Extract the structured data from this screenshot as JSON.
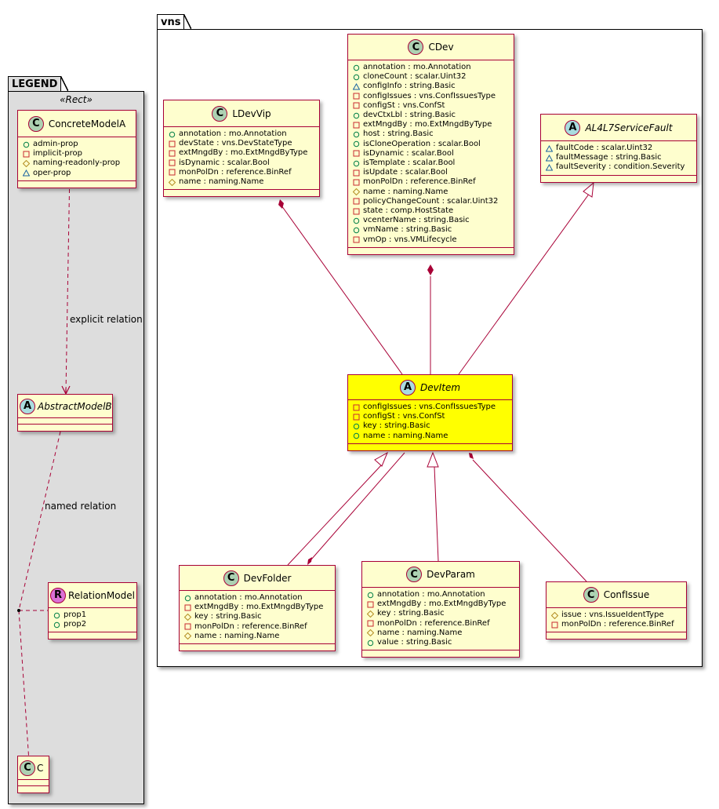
{
  "legend": {
    "title": "LEGEND",
    "stereotype": "«Rect»",
    "classes": {
      "concrete": {
        "kind": "C",
        "name": "ConcreteModelA",
        "attrs": [
          {
            "vis": "public",
            "text": "admin-prop"
          },
          {
            "vis": "private",
            "text": "implicit-prop"
          },
          {
            "vis": "protected",
            "text": "naming-readonly-prop"
          },
          {
            "vis": "package",
            "text": "oper-prop"
          }
        ]
      },
      "abstract": {
        "kind": "A",
        "name": "AbstractModelB",
        "attrs": []
      },
      "relation": {
        "kind": "R",
        "name": "RelationModel",
        "attrs": [
          {
            "vis": "public",
            "text": "prop1"
          },
          {
            "vis": "public",
            "text": "prop2"
          }
        ]
      },
      "c": {
        "kind": "C",
        "name": "C",
        "attrs": []
      }
    },
    "relations": {
      "explicit": "explicit relation",
      "named": "named relation"
    }
  },
  "vns": {
    "title": "vns",
    "classes": {
      "LDevVip": {
        "kind": "C",
        "name": "LDevVip",
        "attrs": [
          {
            "vis": "public",
            "text": "annotation : mo.Annotation"
          },
          {
            "vis": "private",
            "text": "devState : vns.DevStateType"
          },
          {
            "vis": "private",
            "text": "extMngdBy : mo.ExtMngdByType"
          },
          {
            "vis": "private",
            "text": "isDynamic : scalar.Bool"
          },
          {
            "vis": "private",
            "text": "monPolDn : reference.BinRef"
          },
          {
            "vis": "protected",
            "text": "name : naming.Name"
          }
        ]
      },
      "CDev": {
        "kind": "C",
        "name": "CDev",
        "attrs": [
          {
            "vis": "public",
            "text": "annotation : mo.Annotation"
          },
          {
            "vis": "public",
            "text": "cloneCount : scalar.Uint32"
          },
          {
            "vis": "package",
            "text": "configInfo : string.Basic"
          },
          {
            "vis": "private",
            "text": "configIssues : vns.ConfIssuesType"
          },
          {
            "vis": "private",
            "text": "configSt : vns.ConfSt"
          },
          {
            "vis": "public",
            "text": "devCtxLbl : string.Basic"
          },
          {
            "vis": "private",
            "text": "extMngdBy : mo.ExtMngdByType"
          },
          {
            "vis": "public",
            "text": "host : string.Basic"
          },
          {
            "vis": "public",
            "text": "isCloneOperation : scalar.Bool"
          },
          {
            "vis": "private",
            "text": "isDynamic : scalar.Bool"
          },
          {
            "vis": "public",
            "text": "isTemplate : scalar.Bool"
          },
          {
            "vis": "private",
            "text": "isUpdate : scalar.Bool"
          },
          {
            "vis": "private",
            "text": "monPolDn : reference.BinRef"
          },
          {
            "vis": "protected",
            "text": "name : naming.Name"
          },
          {
            "vis": "private",
            "text": "policyChangeCount : scalar.Uint32"
          },
          {
            "vis": "private",
            "text": "state : comp.HostState"
          },
          {
            "vis": "public",
            "text": "vcenterName : string.Basic"
          },
          {
            "vis": "public",
            "text": "vmName : string.Basic"
          },
          {
            "vis": "private",
            "text": "vmOp : vns.VMLifecycle"
          }
        ]
      },
      "AL4L7ServiceFault": {
        "kind": "A",
        "name": "AL4L7ServiceFault",
        "attrs": [
          {
            "vis": "package",
            "text": "faultCode : scalar.Uint32"
          },
          {
            "vis": "package",
            "text": "faultMessage : string.Basic"
          },
          {
            "vis": "package",
            "text": "faultSeverity : condition.Severity"
          }
        ]
      },
      "DevItem": {
        "kind": "A",
        "name": "DevItem",
        "highlight": true,
        "attrs": [
          {
            "vis": "private",
            "text": "configIssues : vns.ConfIssuesType"
          },
          {
            "vis": "private",
            "text": "configSt : vns.ConfSt"
          },
          {
            "vis": "public",
            "text": "key : string.Basic"
          },
          {
            "vis": "public",
            "text": "name : naming.Name"
          }
        ]
      },
      "DevFolder": {
        "kind": "C",
        "name": "DevFolder",
        "attrs": [
          {
            "vis": "public",
            "text": "annotation : mo.Annotation"
          },
          {
            "vis": "private",
            "text": "extMngdBy : mo.ExtMngdByType"
          },
          {
            "vis": "protected",
            "text": "key : string.Basic"
          },
          {
            "vis": "private",
            "text": "monPolDn : reference.BinRef"
          },
          {
            "vis": "protected",
            "text": "name : naming.Name"
          }
        ]
      },
      "DevParam": {
        "kind": "C",
        "name": "DevParam",
        "attrs": [
          {
            "vis": "public",
            "text": "annotation : mo.Annotation"
          },
          {
            "vis": "private",
            "text": "extMngdBy : mo.ExtMngdByType"
          },
          {
            "vis": "protected",
            "text": "key : string.Basic"
          },
          {
            "vis": "private",
            "text": "monPolDn : reference.BinRef"
          },
          {
            "vis": "protected",
            "text": "name : naming.Name"
          },
          {
            "vis": "public",
            "text": "value : string.Basic"
          }
        ]
      },
      "ConfIssue": {
        "kind": "C",
        "name": "ConfIssue",
        "attrs": [
          {
            "vis": "protected",
            "text": "issue : vns.IssueIdentType"
          },
          {
            "vis": "private",
            "text": "monPolDn : reference.BinRef"
          }
        ]
      }
    },
    "relations": [
      {
        "from": "LDevVip",
        "to": "DevItem",
        "type": "composition"
      },
      {
        "from": "CDev",
        "to": "DevItem",
        "type": "composition"
      },
      {
        "from": "DevItem",
        "to": "AL4L7ServiceFault",
        "type": "inheritance"
      },
      {
        "from": "DevFolder",
        "to": "DevItem",
        "type": "inheritance"
      },
      {
        "from": "DevItem",
        "to": "DevFolder",
        "type": "composition"
      },
      {
        "from": "DevParam",
        "to": "DevItem",
        "type": "inheritance"
      },
      {
        "from": "DevItem",
        "to": "ConfIssue",
        "type": "composition"
      }
    ]
  },
  "colors": {
    "border": "#a80036",
    "class_fill": "#fefece",
    "highlight_fill": "#ffff00",
    "legend_bg": "#dddddd",
    "public": "#038048",
    "private": "#c82930",
    "protected": "#b38d22",
    "package": "#1963a0"
  }
}
